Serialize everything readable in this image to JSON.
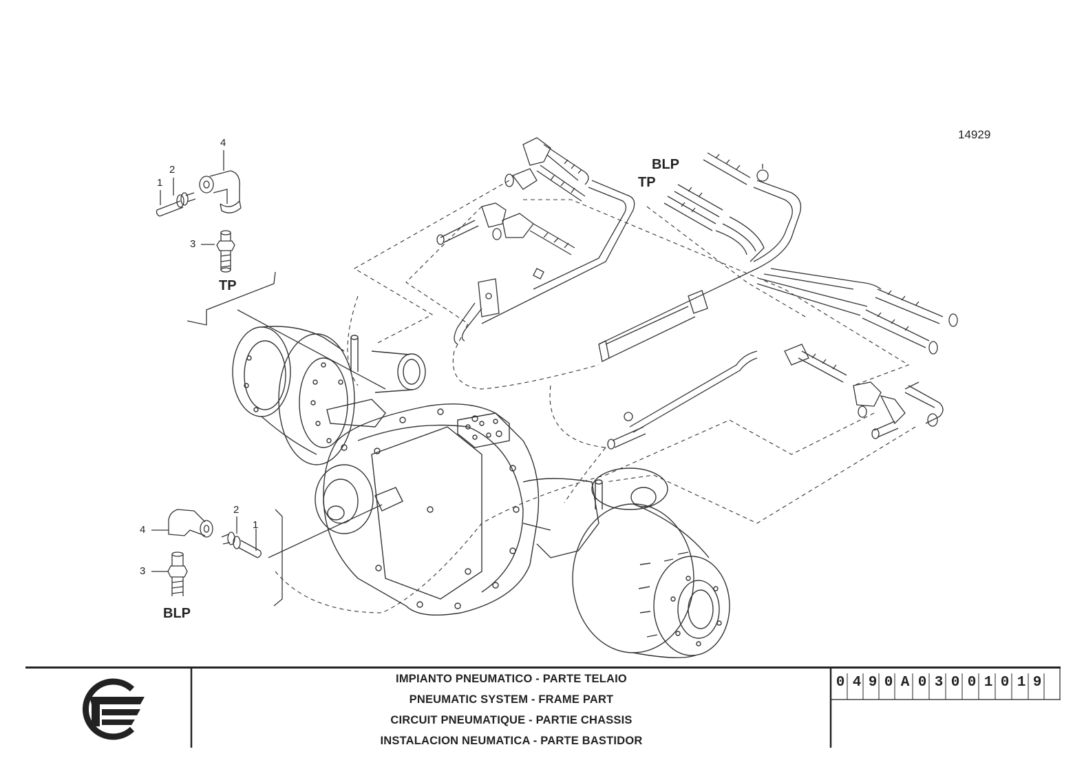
{
  "drawing": {
    "drawing_number": "14929",
    "group_labels": [
      "BLP",
      "TP",
      "TP",
      "BLP"
    ],
    "callouts_top": [
      "4",
      "2",
      "1",
      "3"
    ],
    "callouts_bottom": [
      "2",
      "1",
      "4",
      "3"
    ]
  },
  "title_block": {
    "title_it": "IMPIANTO PNEUMATICO - PARTE TELAIO",
    "title_en": "PNEUMATIC SYSTEM - FRAME PART",
    "title_fr": "CIRCUIT PNEUMATIQUE - PARTIE CHASSIS",
    "title_es": "INSTALACION NEUMATICA - PARTE BASTIDOR",
    "code_chars": [
      "0",
      "4",
      "9",
      "0",
      "A",
      "0",
      "3",
      "0",
      "0",
      "1",
      "0",
      "1",
      "9"
    ]
  }
}
